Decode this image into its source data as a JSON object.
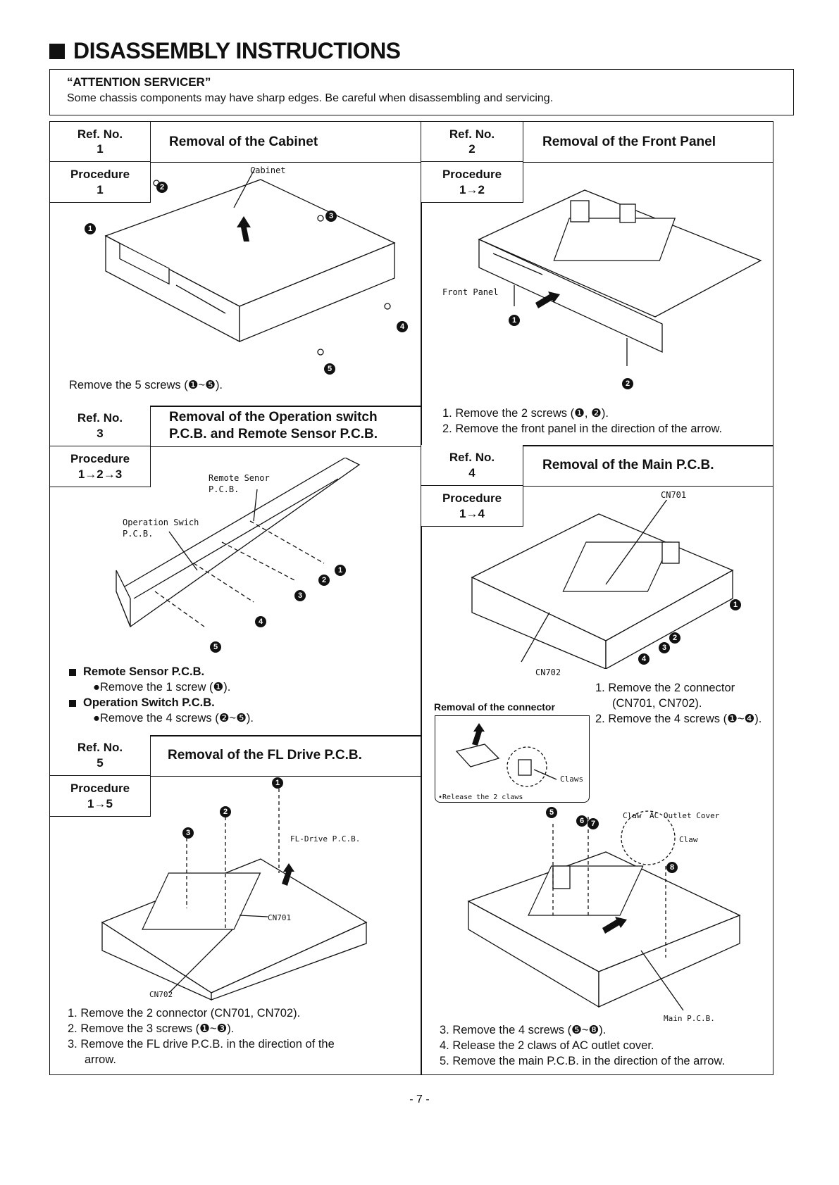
{
  "header": {
    "title": "DISASSEMBLY INSTRUCTIONS"
  },
  "attention": {
    "heading": "“ATTENTION SERVICER”",
    "text": "Some chassis components may have sharp edges. Be careful when disassembling and servicing."
  },
  "sections": {
    "s1": {
      "ref_label": "Ref. No.",
      "ref": "1",
      "proc_label": "Procedure",
      "proc": "1",
      "title": "Removal of the Cabinet",
      "label_cabinet": "Cabinet",
      "step": "Remove the 5 screws (❶~❺)."
    },
    "s2": {
      "ref_label": "Ref. No.",
      "ref": "2",
      "proc_label": "Procedure",
      "proc": "1→2",
      "title": "Removal of the Front Panel",
      "label_front": "Front Panel",
      "steps": [
        "1.  Remove the 2 screws (❶, ❷).",
        "2.  Remove the front panel in the direction of the arrow."
      ]
    },
    "s3": {
      "ref_label": "Ref. No.",
      "ref": "3",
      "proc_label": "Procedure",
      "proc": "1→2→3",
      "title_line1": "Removal of the Operation switch",
      "title_line2": "P.C.B. and Remote Sensor P.C.B.",
      "label_remote": "Remote Senor",
      "label_remote2": "P.C.B.",
      "label_op": "Operation Swich",
      "label_op2": "P.C.B.",
      "sub1": "Remote Sensor P.C.B.",
      "sub1_step": "●Remove the 1 screw (❶).",
      "sub2": "Operation Switch P.C.B.",
      "sub2_step": "●Remove the 4 screws (❷~❺)."
    },
    "s4": {
      "ref_label": "Ref. No.",
      "ref": "4",
      "proc_label": "Procedure",
      "proc": "1→4",
      "title": "Removal of the Main P.C.B.",
      "label_cn701": "CN701",
      "label_cn702": "CN702",
      "connector_title": "Removal of the connector",
      "label_claws": "Claws",
      "connector_note": "•Release the 2 claws",
      "label_claw": "Claw",
      "label_ac": "AC Outlet Cover",
      "label_claw2": "Claw",
      "label_main": "Main P.C.B.",
      "steps_a": [
        "1.  Remove the 2 connector",
        "(CN701, CN702).",
        "2.  Remove the 4 screws (❶~❹)."
      ],
      "steps_b": [
        "3.  Remove the 4 screws (❺~❽).",
        "4.  Release the 2 claws of AC outlet cover.",
        "5.  Remove the main P.C.B. in the direction of the arrow."
      ]
    },
    "s5": {
      "ref_label": "Ref. No.",
      "ref": "5",
      "proc_label": "Procedure",
      "proc": "1→5",
      "title": "Removal of the FL Drive P.C.B.",
      "label_fl": "FL-Drive P.C.B.",
      "label_cn701": "CN701",
      "label_cn702": "CN702",
      "steps": [
        "1.  Remove the 2 connector (CN701, CN702).",
        "2.  Remove the 3 screws (❶~❸).",
        "3.  Remove the FL drive P.C.B. in the direction of the",
        "arrow."
      ]
    }
  },
  "footer": {
    "page": "- 7 -"
  }
}
